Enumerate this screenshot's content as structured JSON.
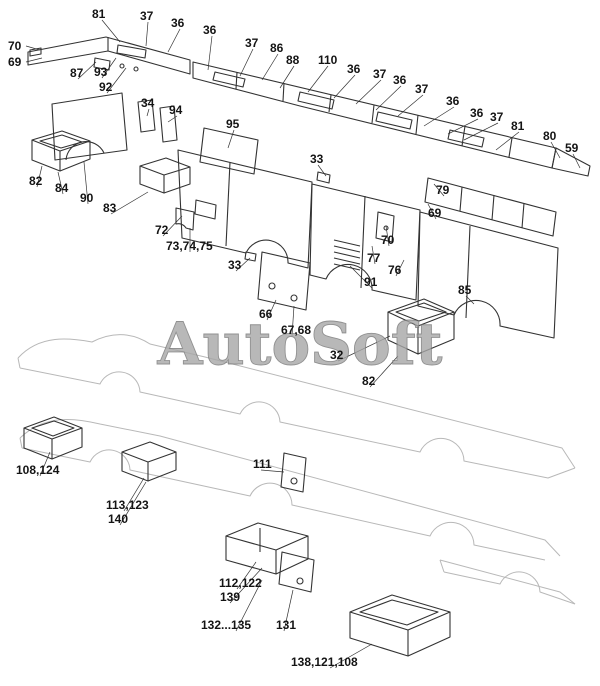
{
  "watermark": "AutoSoft",
  "labels": [
    "70",
    "69",
    "81",
    "37",
    "36",
    "36",
    "37",
    "86",
    "88",
    "110",
    "36",
    "37",
    "36",
    "37",
    "36",
    "36",
    "37",
    "81",
    "80",
    "59",
    "87",
    "93",
    "92",
    "34",
    "94",
    "95",
    "33",
    "82",
    "84",
    "90",
    "83",
    "72",
    "73,74,75",
    "33",
    "79",
    "69",
    "70",
    "77",
    "76",
    "91",
    "85",
    "66",
    "67,68",
    "32",
    "82",
    "108,124",
    "113,123",
    "140",
    "111",
    "112,122",
    "139",
    "132...135",
    "131",
    "138,121,108"
  ]
}
